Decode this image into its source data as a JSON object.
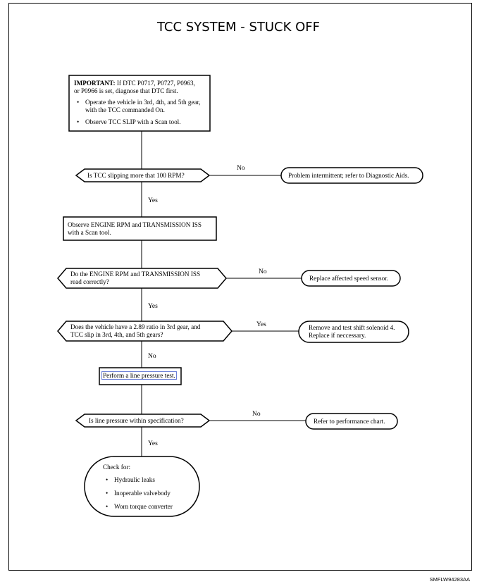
{
  "title": "TCC SYSTEM - STUCK OFF",
  "code": "SMFLW94283AA",
  "important": {
    "label": "IMPORTANT:",
    "text_line1": " If DTC P0717, P0727, P0963,",
    "text_line2": "or P0966 is set, diagnose that DTC first.",
    "bullets": [
      [
        "Operate the vehicle in 3rd, 4th, and 5th gear,",
        "with the TCC commanded On."
      ],
      [
        "Observe TCC SLIP with a Scan tool."
      ]
    ]
  },
  "q1": {
    "text": "Is TCC slipping more that 100 RPM?",
    "no": "No",
    "yes": "Yes",
    "result": "Problem intermittent; refer to Diagnostic Aids."
  },
  "step2": {
    "line1": "Observe ENGINE RPM and TRANSMISSION ISS",
    "line2": "with a Scan tool."
  },
  "q2": {
    "line1": "Do the ENGINE RPM and TRANSMISSION ISS",
    "line2": "read correctly?",
    "no": "No",
    "yes": "Yes",
    "result": "Replace affected speed sensor."
  },
  "q3": {
    "line1": "Does the vehicle have a 2.89 ratio in 3rd gear, and",
    "line2": "TCC slip in 3rd, 4th, and 5th gears?",
    "yes": "Yes",
    "no": "No",
    "result_line1": "Remove and test shift solenoid 4.",
    "result_line2": "Replace if neccessary."
  },
  "step3": {
    "text": "Perform a line pressure test."
  },
  "q4": {
    "text": "Is line pressure within specification?",
    "no": "No",
    "yes": "Yes",
    "result": "Refer to performance chart."
  },
  "check": {
    "title": "Check for:",
    "items": [
      "Hydraulic leaks",
      "Inoperable valvebody",
      "Worn torque converter"
    ]
  }
}
